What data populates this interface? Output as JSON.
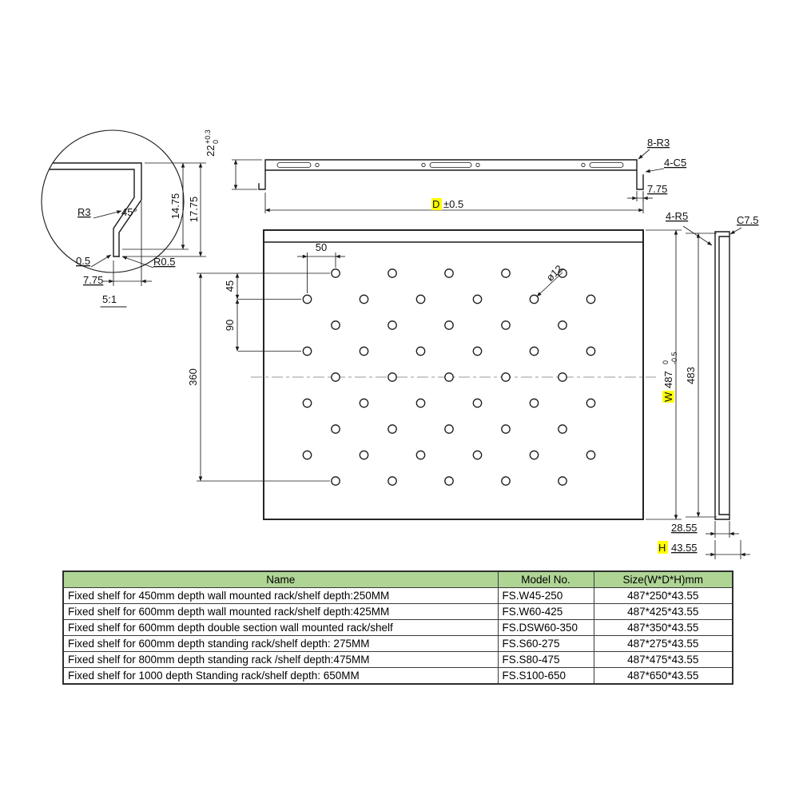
{
  "drawing": {
    "detail": {
      "r3": "R3",
      "angle45": "45°",
      "r05": "R0.5",
      "gap05": "0.5",
      "dim775": "7.75",
      "dim1475": "14.75",
      "dim1775": "17.75",
      "scale": "5:1"
    },
    "front": {
      "dim22": "22",
      "tol_up": "+0.3",
      "tol_dn": "0",
      "r3_note": "8-R3",
      "c5_note": "4-C5",
      "dim775": "7.75",
      "d_letter": "D",
      "d_tol": "±0.5"
    },
    "plan": {
      "dim50": "50",
      "dim45": "45",
      "dim90": "90",
      "dim360": "360",
      "hole_dia": "ø12",
      "w_letter": "W",
      "w_value": "487",
      "w_tol_up": "0",
      "w_tol_dn": "-0.5",
      "dim483": "483"
    },
    "side": {
      "r5_note": "4-R5",
      "c75_note": "C7.5",
      "dim2855": "28.55",
      "h_letter": "H",
      "h_value": "43.55"
    }
  },
  "table": {
    "headers": {
      "name": "Name",
      "model": "Model No.",
      "size": "Size(W*D*H)mm"
    },
    "rows": [
      {
        "name": "Fixed shelf for 450mm depth wall mounted rack/shelf depth:250MM",
        "model": "FS.W45-250",
        "size": "487*250*43.55"
      },
      {
        "name": "Fixed shelf for 600mm depth wall mounted rack/shelf depth:425MM",
        "model": "FS.W60-425",
        "size": "487*425*43.55"
      },
      {
        "name": "Fixed shelf for 600mm depth double section wall mounted rack/shelf",
        "model": "FS.DSW60-350",
        "size": "487*350*43.55"
      },
      {
        "name": "Fixed shelf for 600mm depth standing rack/shelf depth: 275MM",
        "model": "FS.S60-275",
        "size": "487*275*43.55"
      },
      {
        "name": "Fixed shelf for 800mm depth standing rack /shelf depth:475MM",
        "model": "FS.S80-475",
        "size": "487*475*43.55"
      },
      {
        "name": "Fixed shelf for 1000 depth Standing rack/shelf depth: 650MM",
        "model": "FS.S100-650",
        "size": "487*650*43.55"
      }
    ]
  },
  "colors": {
    "highlight": "#ffff00",
    "table_header_bg": "#afd595",
    "line": "#1a1a1a"
  }
}
